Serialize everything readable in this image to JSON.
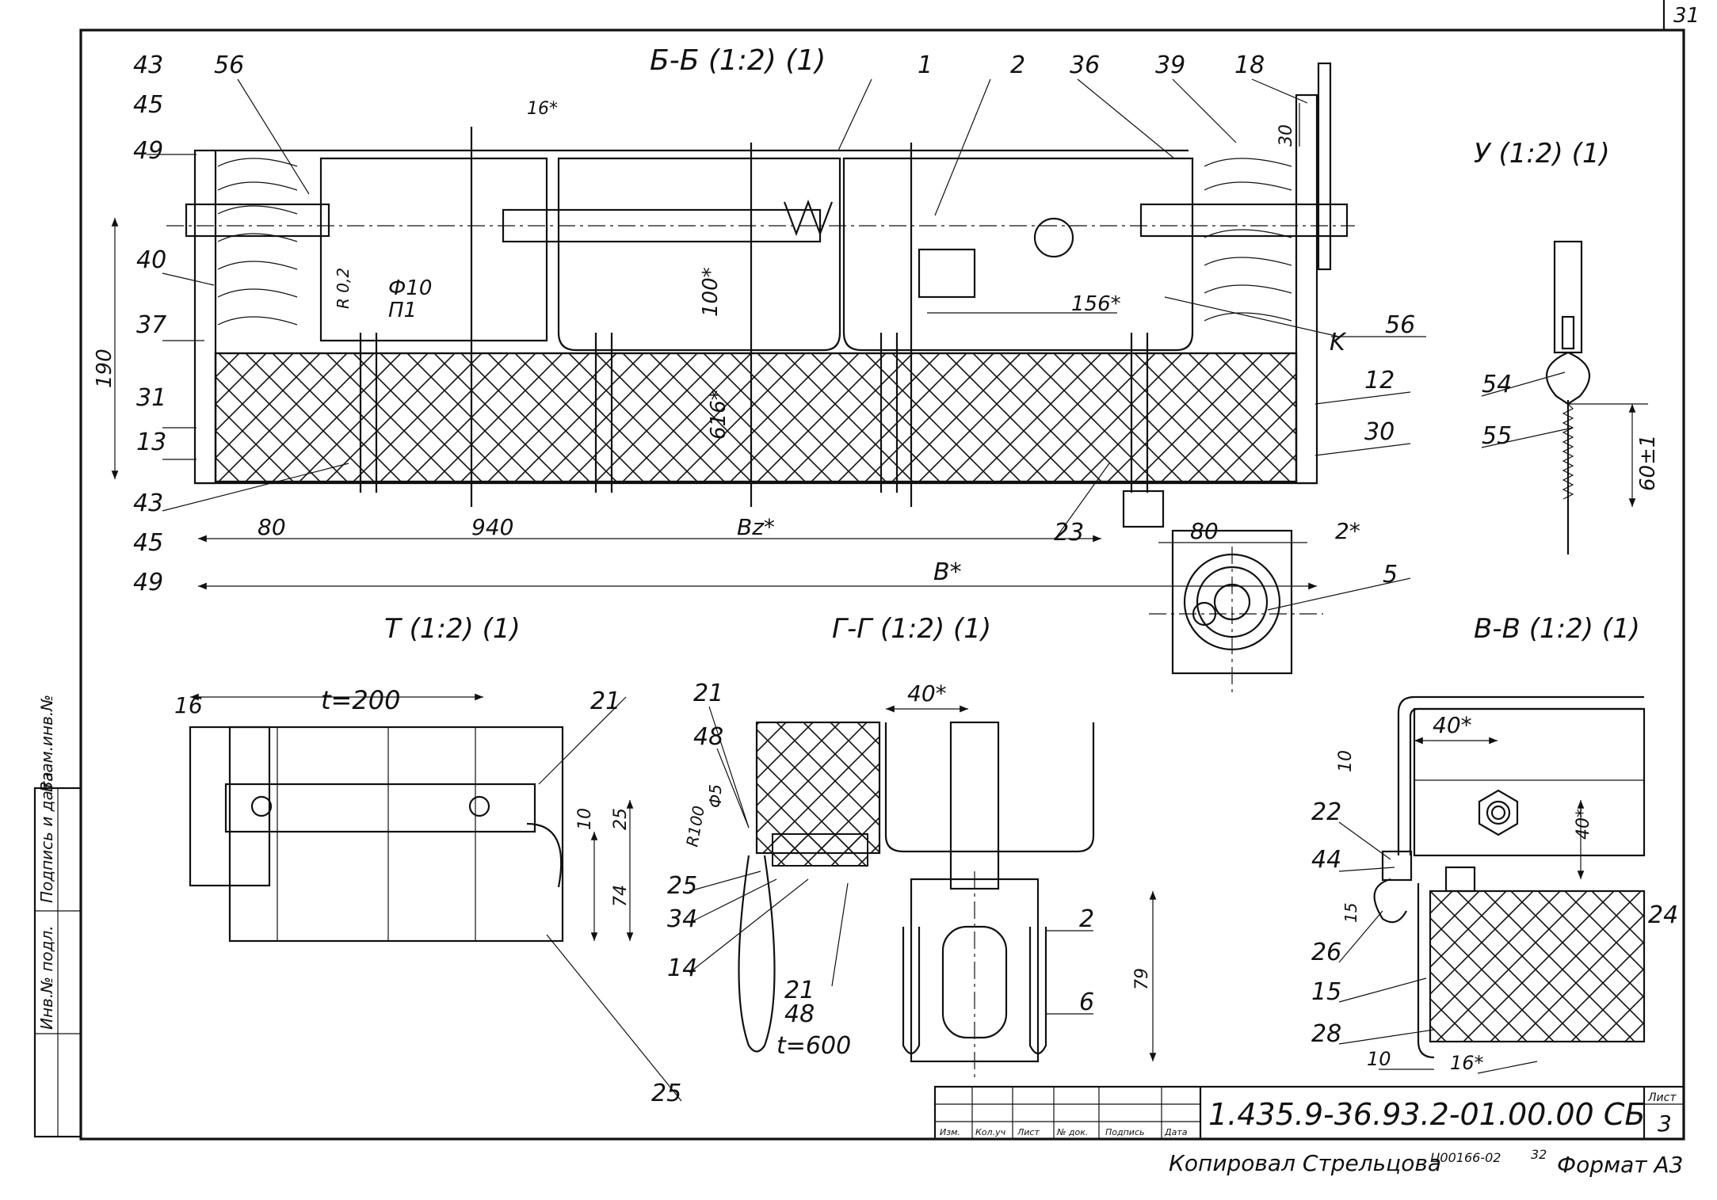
{
  "sheet": {
    "number": "31",
    "designation": "1.435.9-36.93.2-01.00.00 СБ",
    "sheet_label": "Лист",
    "sheet_value": "3",
    "copied_by": "Копировал Стрельцова",
    "order": "Ц00166-02",
    "order_num": "32",
    "format": "Формат А3",
    "side_stamp": [
      "Инв.№ подл.",
      "Подпись и дата",
      "Взам.инв.№"
    ],
    "title_block_cols": [
      "Изм.",
      "Кол.уч",
      "Лист",
      "№ док.",
      "Подпись",
      "Дата"
    ]
  },
  "views": {
    "bb": "Б-Б (1:2) (1)",
    "u": "У (1:2) (1)",
    "t": "Т (1:2) (1)",
    "gg": "Г-Г (1:2) (1)",
    "vv": "В-В (1:2) (1)"
  },
  "bb_labels": {
    "left_top": [
      "43",
      "45",
      "49"
    ],
    "left_bottom": [
      "43",
      "45",
      "49"
    ],
    "p56a": "56",
    "p1": "1",
    "p2": "2",
    "p36": "36",
    "p39": "39",
    "p18": "18",
    "p40": "40",
    "p37": "37",
    "p31": "31",
    "p13": "13",
    "p56b": "56",
    "k": "K",
    "p12": "12",
    "p30": "30",
    "p23": "23",
    "p5": "5",
    "phi10": "Ф10",
    "p11": "П1",
    "r02": "R 0,2",
    "dim_16": "16*",
    "dim_100": "100*",
    "dim_616": "616*",
    "dim_156": "156*",
    "dim_190": "190",
    "dim_30": "30",
    "dim_80a": "80",
    "dim_940": "940",
    "dim_bz": "Вz*",
    "dim_80b": "80",
    "dim_2": "2*",
    "dim_b": "B*"
  },
  "u_labels": {
    "p54": "54",
    "p55": "55",
    "dim": "60±1"
  },
  "t_labels": {
    "dim16": "16",
    "dim_t": "t=200",
    "p21": "21",
    "dim10": "10",
    "dim25": "25",
    "dim74": "74",
    "p25": "25"
  },
  "gg_labels": {
    "p21a": "21",
    "p48a": "48",
    "r100": "R100",
    "d5": "Ф5",
    "p25": "25",
    "p34": "34",
    "p14": "14",
    "p21b": "21",
    "p48b": "48",
    "t600": "t=600",
    "dim40": "40*",
    "p2": "2",
    "p6": "6",
    "dim79": "79"
  },
  "vv_labels": {
    "dim40a": "40*",
    "dim40b": "40*",
    "dim10": "10",
    "p22": "22",
    "p44": "44",
    "dim15": "15",
    "p26": "26",
    "p15": "15",
    "p28": "28",
    "dim10b": "10",
    "dim16": "16*",
    "p24": "24"
  }
}
